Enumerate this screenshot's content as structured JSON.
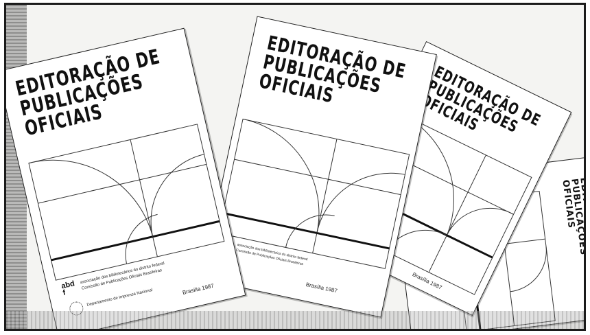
{
  "cover": {
    "title_lines": [
      "EDITORAÇÃO DE",
      "PUBLICAÇÕES",
      "OFICIAIS"
    ],
    "publisher_lines": [
      "associação dos bibliotecários do distrito federal",
      "Comissão de Publicações Oficiais Brasileiras"
    ],
    "printer": "Departamento de Imprensa Nacional",
    "place_year": "Brasília 1987",
    "logo_mark": "abdf"
  },
  "icons": {
    "printer_seal": "dotted-circle-seal-icon"
  }
}
